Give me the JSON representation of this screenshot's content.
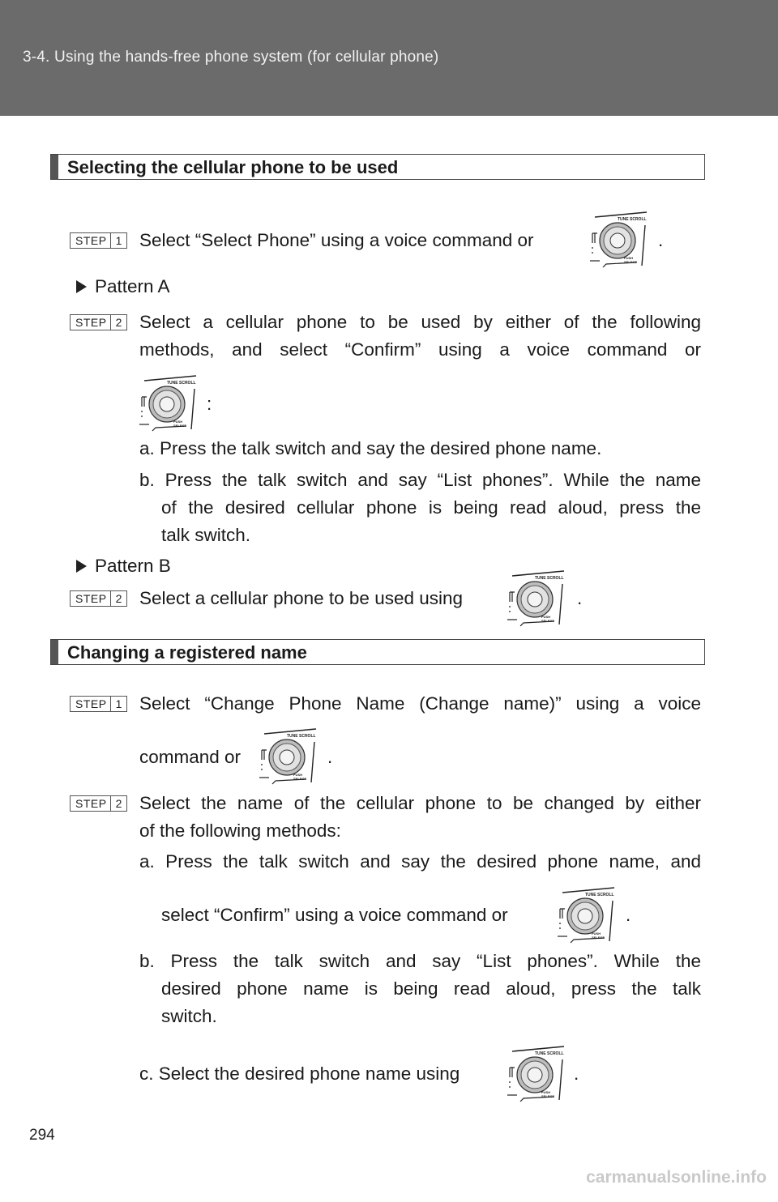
{
  "header": {
    "title": "3-4. Using the hands-free phone system (for cellular phone)"
  },
  "section1": {
    "title": "Selecting the cellular phone to be used",
    "step1": {
      "word": "STEP",
      "num": "1",
      "text_before": "Select “Select Phone” using a voice command or",
      "text_after": "."
    },
    "patternA": {
      "label": "Pattern A"
    },
    "stepA2": {
      "word": "STEP",
      "num": "2",
      "line1": "Select a cellular phone to be used by either of the following",
      "line2": "methods, and select “Confirm” using a voice command or",
      "after_knob": ":",
      "a": "a. Press the talk switch and say the desired phone name.",
      "b1": "b. Press the talk switch and say “List phones”. While the name",
      "b2": "of the desired cellular phone is being read aloud, press the",
      "b3": "talk switch."
    },
    "patternB": {
      "label": "Pattern B"
    },
    "stepB2": {
      "word": "STEP",
      "num": "2",
      "text_before": "Select a cellular phone to be used using",
      "text_after": "."
    }
  },
  "section2": {
    "title": "Changing a registered name",
    "step1": {
      "word": "STEP",
      "num": "1",
      "line1": "Select “Change Phone Name (Change name)” using a voice",
      "line2": "command or",
      "text_after": "."
    },
    "step2": {
      "word": "STEP",
      "num": "2",
      "line1": "Select the name of the cellular phone to be changed by either",
      "line2": "of the following methods:",
      "a1": "a. Press the talk switch and say the desired phone name, and",
      "a2": "select “Confirm” using a voice command or",
      "a_after": ".",
      "b1": "b. Press the talk switch and say “List phones”. While the",
      "b2": "desired phone name is being read aloud, press the talk",
      "b3": "switch.",
      "c": "c. Select the desired phone name using",
      "c_after": "."
    }
  },
  "knob": {
    "top_label": "TUNE SCROLL",
    "bottom_label_1": "PUSH",
    "bottom_label_2": "SELECT"
  },
  "footer": {
    "page_number": "294",
    "watermark": "carmanualsonline.info"
  }
}
